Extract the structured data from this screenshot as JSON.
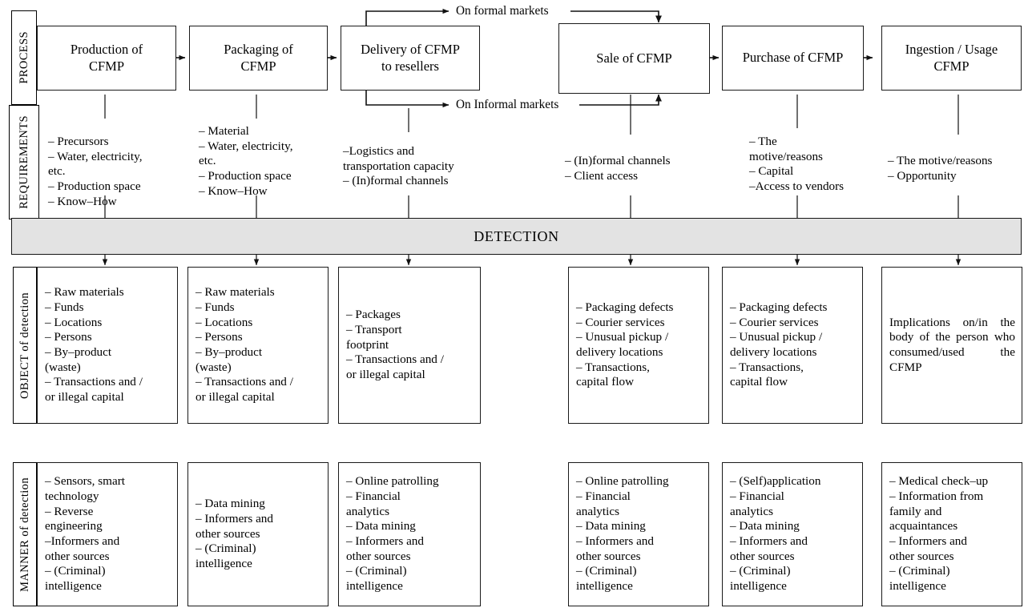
{
  "row_labels": {
    "process": "PROCESS",
    "requirements": "REQUIREMENTS",
    "object": "OBJECT of detection",
    "manner": "MANNER of detection"
  },
  "detection_band": {
    "label": "DETECTION"
  },
  "channels": {
    "formal": "On formal markets",
    "informal": "On Informal markets"
  },
  "process": [
    {
      "title": "Production of\nCFMP"
    },
    {
      "title": "Packaging of\nCFMP"
    },
    {
      "title": "Delivery of CFMP\nto resellers"
    },
    {
      "title": "Sale of CFMP"
    },
    {
      "title": "Purchase of CFMP"
    },
    {
      "title": "Ingestion / Usage\nCFMP"
    }
  ],
  "requirements": [
    {
      "items": [
        "– Precursors",
        "– Water, electricity,",
        "etc.",
        "– Production space",
        "– Know–How"
      ]
    },
    {
      "items": [
        "– Material",
        "– Water, electricity,",
        "etc.",
        "– Production space",
        "– Know–How"
      ]
    },
    {
      "items": [
        "–Logistics and",
        "transportation capacity",
        "– (In)formal channels"
      ]
    },
    {
      "items": [
        "– (In)formal channels",
        "– Client access"
      ]
    },
    {
      "items": [
        "– The",
        "motive/reasons",
        "– Capital",
        "–Access to vendors"
      ]
    },
    {
      "items": [
        "– The motive/reasons",
        "– Opportunity"
      ]
    }
  ],
  "object_of_detection": [
    {
      "items": [
        "– Raw materials",
        "– Funds",
        "– Locations",
        "– Persons",
        "– By–product",
        "(waste)",
        "– Transactions and /",
        "or illegal capital"
      ]
    },
    {
      "items": [
        "– Raw materials",
        "– Funds",
        "– Locations",
        "– Persons",
        "– By–product",
        "(waste)",
        "– Transactions and /",
        "or illegal capital"
      ]
    },
    {
      "items": [
        "– Packages",
        "– Transport",
        "footprint",
        "– Transactions and /",
        "or illegal capital"
      ]
    },
    {
      "items": [
        "– Packaging defects",
        "– Courier services",
        "– Unusual pickup /",
        "delivery locations",
        "– Transactions,",
        "capital flow"
      ]
    },
    {
      "items": [
        "– Packaging defects",
        "– Courier services",
        "– Unusual pickup /",
        "delivery locations",
        "– Transactions,",
        "capital flow"
      ]
    },
    {
      "paragraph": "Implications on/in the body of the person who consumed/used the CFMP"
    }
  ],
  "manner_of_detection": [
    {
      "items": [
        "– Sensors, smart",
        "technology",
        "– Reverse",
        "engineering",
        "–Informers and",
        "other sources",
        "– (Criminal)",
        "intelligence"
      ]
    },
    {
      "items": [
        "– Data mining",
        "– Informers and",
        "other sources",
        "– (Criminal)",
        "intelligence"
      ]
    },
    {
      "items": [
        "– Online patrolling",
        "– Financial",
        "analytics",
        "– Data mining",
        "– Informers and",
        "other sources",
        "– (Criminal)",
        "intelligence"
      ]
    },
    {
      "items": [
        "– Online patrolling",
        "– Financial",
        "analytics",
        "– Data mining",
        " – Informers and",
        "other sources",
        "– (Criminal)",
        "intelligence"
      ]
    },
    {
      "items": [
        "– (Self)application",
        "– Financial",
        "analytics",
        "– Data mining",
        "– Informers and",
        "other sources",
        "– (Criminal)",
        "intelligence"
      ]
    },
    {
      "items": [
        "– Medical check–up",
        "– Information from",
        "family and",
        "acquaintances",
        "– Informers and",
        "other sources",
        "– (Criminal)",
        "intelligence"
      ]
    }
  ],
  "colors": {
    "line": "#1a1a1a",
    "detection_fill": "#e3e3e3",
    "background": "#ffffff"
  }
}
